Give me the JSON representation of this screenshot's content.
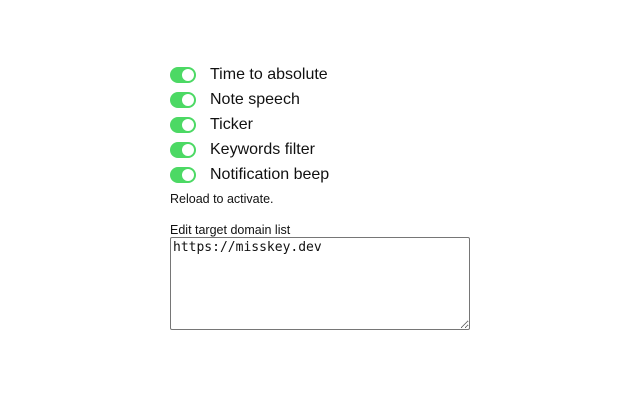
{
  "colors": {
    "toggle_on": "#4cd964"
  },
  "toggles": [
    {
      "label": "Time to absolute",
      "state": "on"
    },
    {
      "label": "Note speech",
      "state": "on"
    },
    {
      "label": "Ticker",
      "state": "on"
    },
    {
      "label": "Keywords filter",
      "state": "on"
    },
    {
      "label": "Notification beep",
      "state": "on"
    }
  ],
  "reload_note": "Reload to activate.",
  "domain_list": {
    "label": "Edit target domain list",
    "value": "https://misskey.dev"
  }
}
